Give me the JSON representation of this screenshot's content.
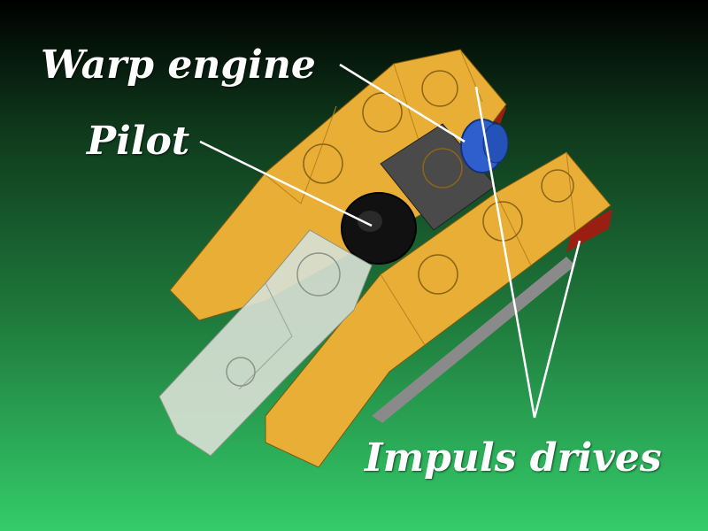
{
  "labels": {
    "warp_engine": "Warp engine",
    "pilot": "Pilot",
    "impuls_drives": "Impuls drives"
  },
  "colors": {
    "hull": "#E8AE35",
    "hull_dark": "#C58E22",
    "canopy": "#D6DED3",
    "pilot": "#111111",
    "engine": "#2F5FCC",
    "thruster": "#9B1E12",
    "grey": "#4A4A4A",
    "label": "#FFFFFF"
  }
}
